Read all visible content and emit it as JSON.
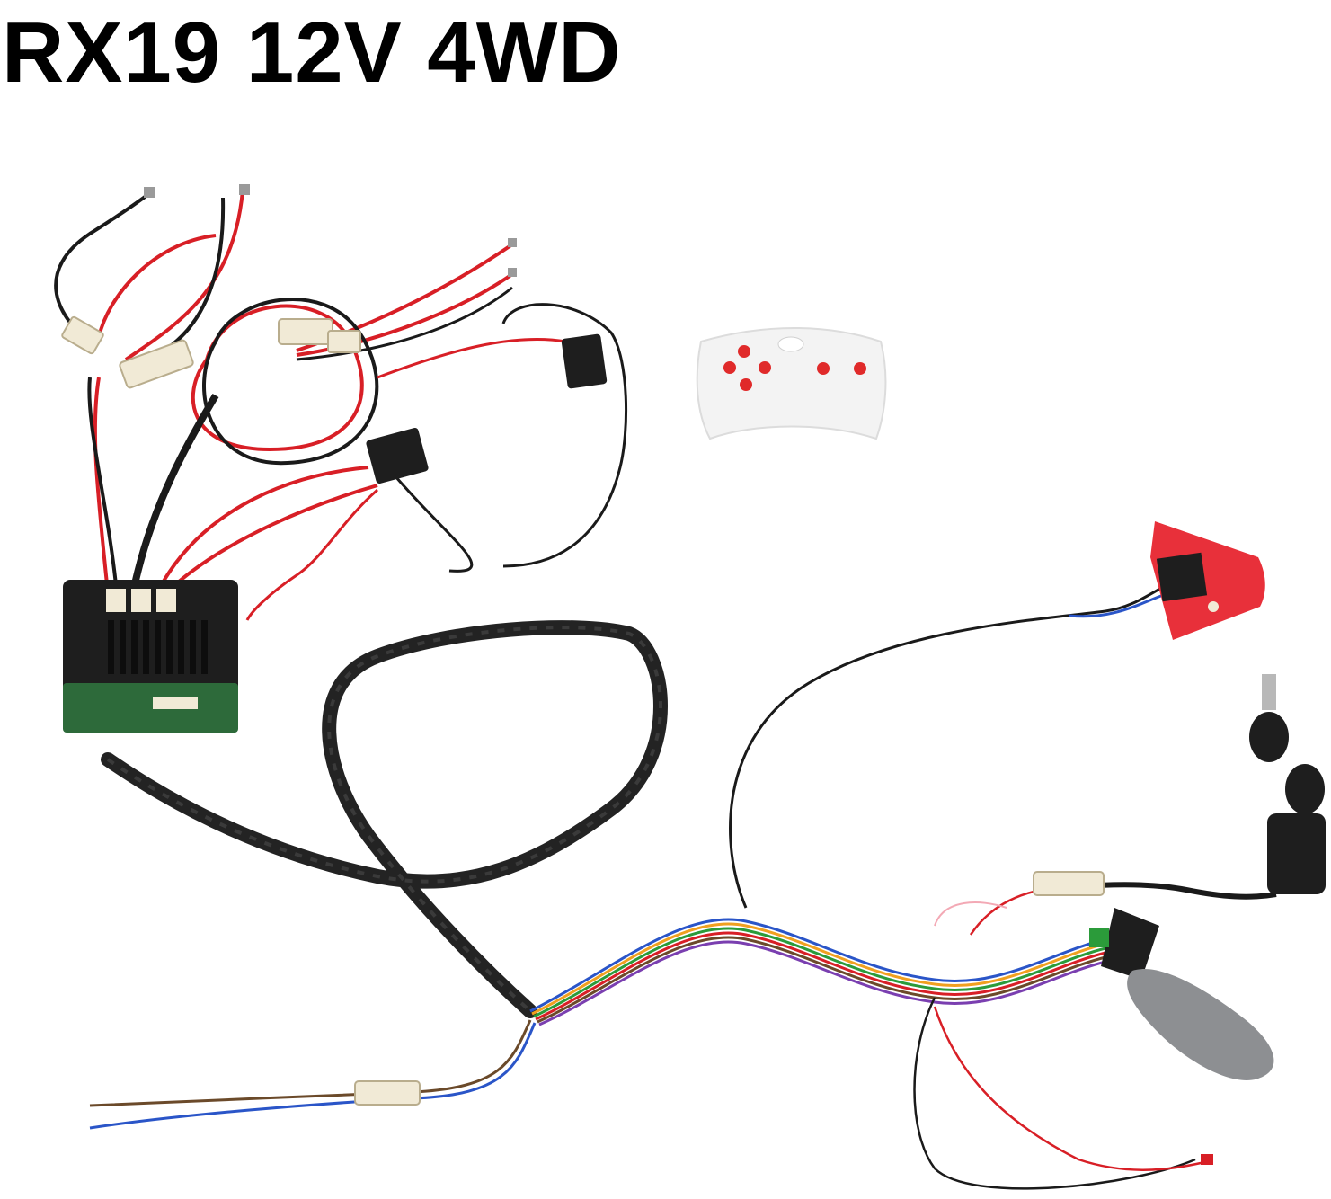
{
  "title": "RX19 12V 4WD",
  "colors": {
    "background": "#ffffff",
    "wire_red": "#d81f26",
    "wire_black": "#1a1a1a",
    "sleeve": "#232323",
    "wire_blue": "#2a55c8",
    "remote_body": "#f3f3f3",
    "remote_button": "#e02a2a",
    "switch_housing": "#e8303a",
    "shifter": "#8d8f92"
  },
  "components": [
    {
      "name": "controller-box"
    },
    {
      "name": "wire-harness"
    },
    {
      "name": "remote-control"
    },
    {
      "name": "power-switch"
    },
    {
      "name": "ignition-key-switch"
    },
    {
      "name": "gear-shifter"
    }
  ]
}
